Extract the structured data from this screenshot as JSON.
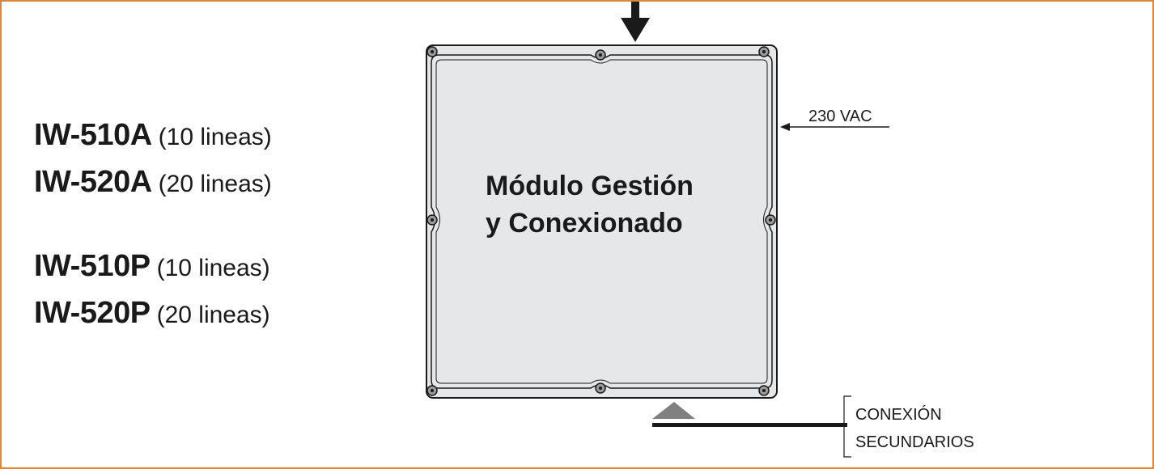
{
  "models": [
    {
      "code": "IW-510A",
      "lines": "(10 lineas)"
    },
    {
      "code": "IW-520A",
      "lines": "(20 lineas)"
    },
    {
      "code": "IW-510P",
      "lines": "(10 lineas)"
    },
    {
      "code": "IW-520P",
      "lines": "(20 lineas)"
    }
  ],
  "module": {
    "title_line1": "Módulo Gestión",
    "title_line2": "y Conexionado"
  },
  "power": {
    "label": "230 VAC"
  },
  "secondary": {
    "line1": "CONEXIÓN",
    "line2": "SECUNDARIOS"
  },
  "colors": {
    "frame": "#e6852e",
    "module_fill": "#e6e7e8",
    "stroke": "#1a1a1a",
    "triangle": "#808080"
  }
}
